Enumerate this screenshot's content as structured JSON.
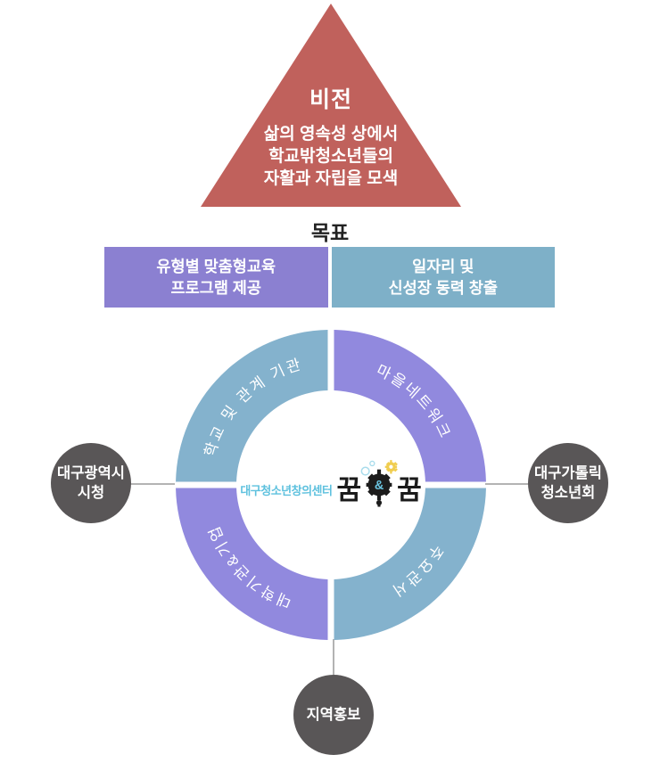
{
  "vision": {
    "title": "비전",
    "lines": [
      "삶의 영속성 상에서",
      "학교밖청소년들의",
      "자활과 자립을 모색"
    ],
    "color": "#c0615c"
  },
  "goal": {
    "title": "목표",
    "boxes": [
      {
        "lines": [
          "유형별 맞춤형교육",
          "프로그램 제공"
        ],
        "color": "#8b80d1"
      },
      {
        "lines": [
          "일자리 및",
          "신성장 동력 창출"
        ],
        "color": "#7eb0c8"
      }
    ]
  },
  "ring": {
    "segments": [
      {
        "position": "top-left",
        "label": "학교 및 관계 기관",
        "color": "#84b2cd"
      },
      {
        "position": "top-right",
        "label": "마을네트워크",
        "color": "#9189de"
      },
      {
        "position": "bottom-left",
        "label": "대학기관&기업",
        "color": "#9189de"
      },
      {
        "position": "bottom-right",
        "label": "주요관서",
        "color": "#84b2cd"
      }
    ]
  },
  "center_logo": {
    "org_name": "대구청소년창의센터",
    "brand_left": "꿈",
    "brand_amp": "&",
    "brand_right": "꿈",
    "org_color": "#5ec1de",
    "gear_yellow": "#f0cd4f"
  },
  "nodes": {
    "left": {
      "lines": [
        "대구광역시",
        "시청"
      ]
    },
    "right": {
      "lines": [
        "대구가톨릭",
        "청소년회"
      ]
    },
    "bottom": {
      "lines": [
        "지역홍보"
      ]
    },
    "color": "#595657"
  }
}
